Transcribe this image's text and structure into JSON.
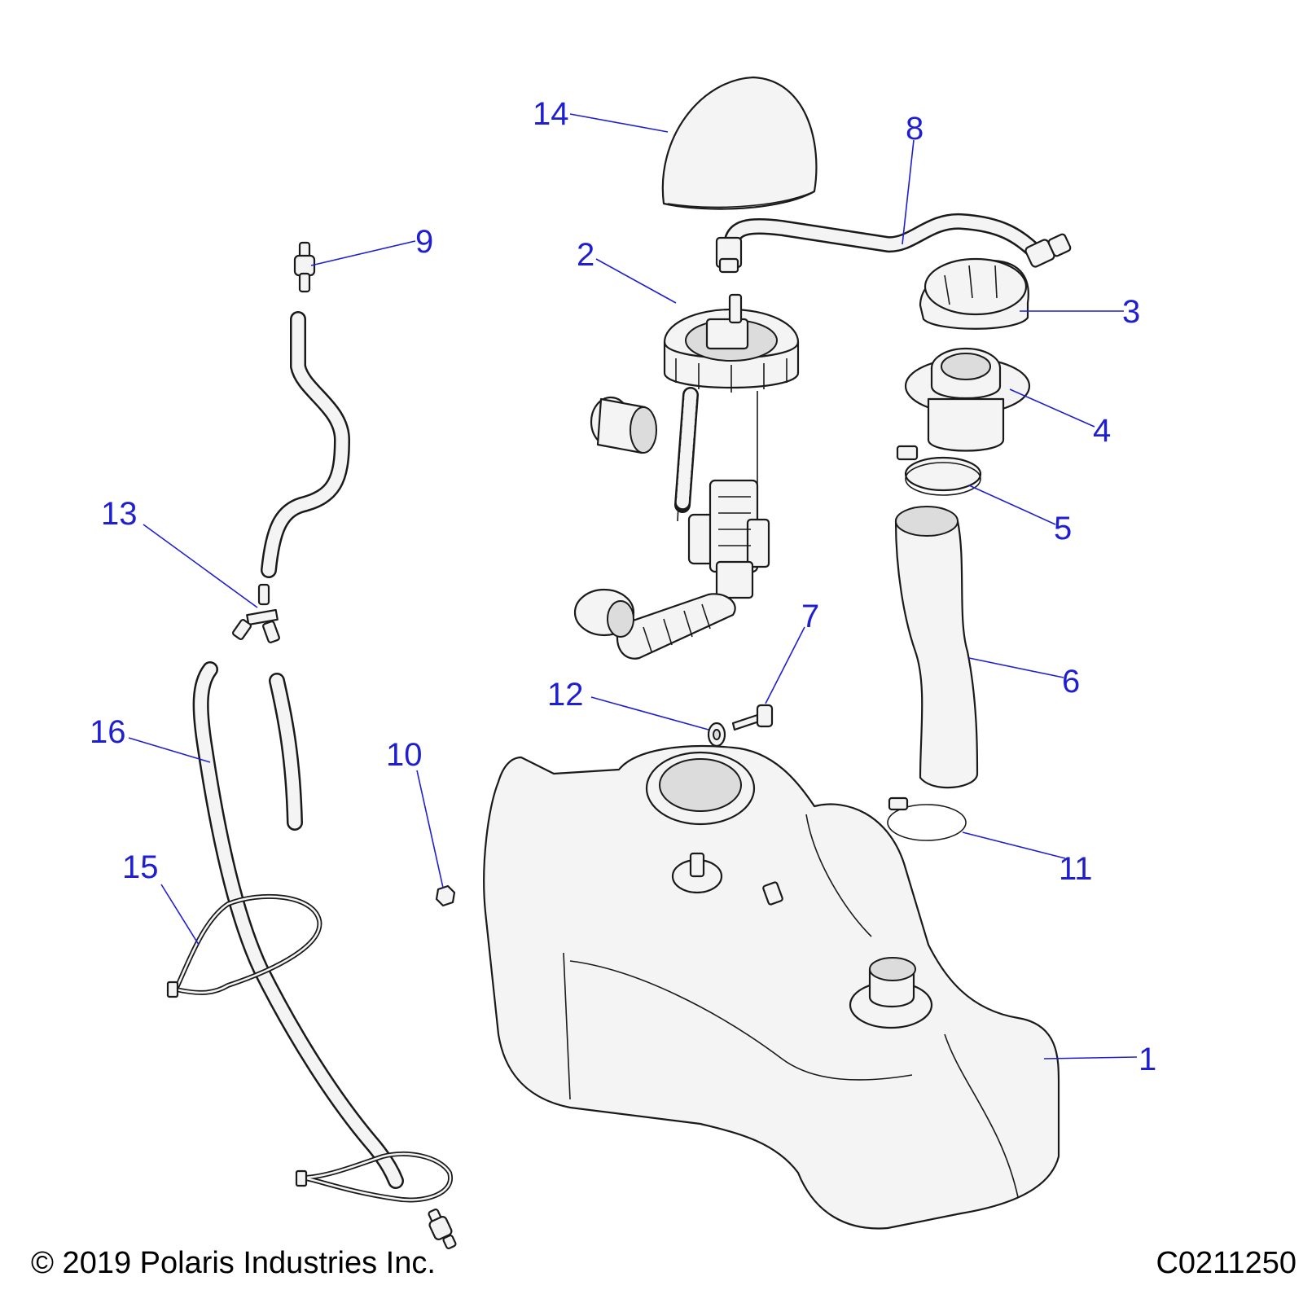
{
  "callouts": [
    {
      "id": "1",
      "label": "1"
    },
    {
      "id": "2",
      "label": "2"
    },
    {
      "id": "3",
      "label": "3"
    },
    {
      "id": "4",
      "label": "4"
    },
    {
      "id": "5",
      "label": "5"
    },
    {
      "id": "6",
      "label": "6"
    },
    {
      "id": "7",
      "label": "7"
    },
    {
      "id": "8",
      "label": "8"
    },
    {
      "id": "9",
      "label": "9"
    },
    {
      "id": "10",
      "label": "10"
    },
    {
      "id": "11",
      "label": "11"
    },
    {
      "id": "12",
      "label": "12"
    },
    {
      "id": "13",
      "label": "13"
    },
    {
      "id": "14",
      "label": "14"
    },
    {
      "id": "15",
      "label": "15"
    },
    {
      "id": "16",
      "label": "16"
    }
  ],
  "footer": {
    "copyright": "© 2019 Polaris Industries Inc.",
    "drawing_id": "C0211250"
  },
  "colors": {
    "callout": "#1f1fd0",
    "line_art": "#1a1a1a",
    "part_fill": "#f4f4f4"
  }
}
